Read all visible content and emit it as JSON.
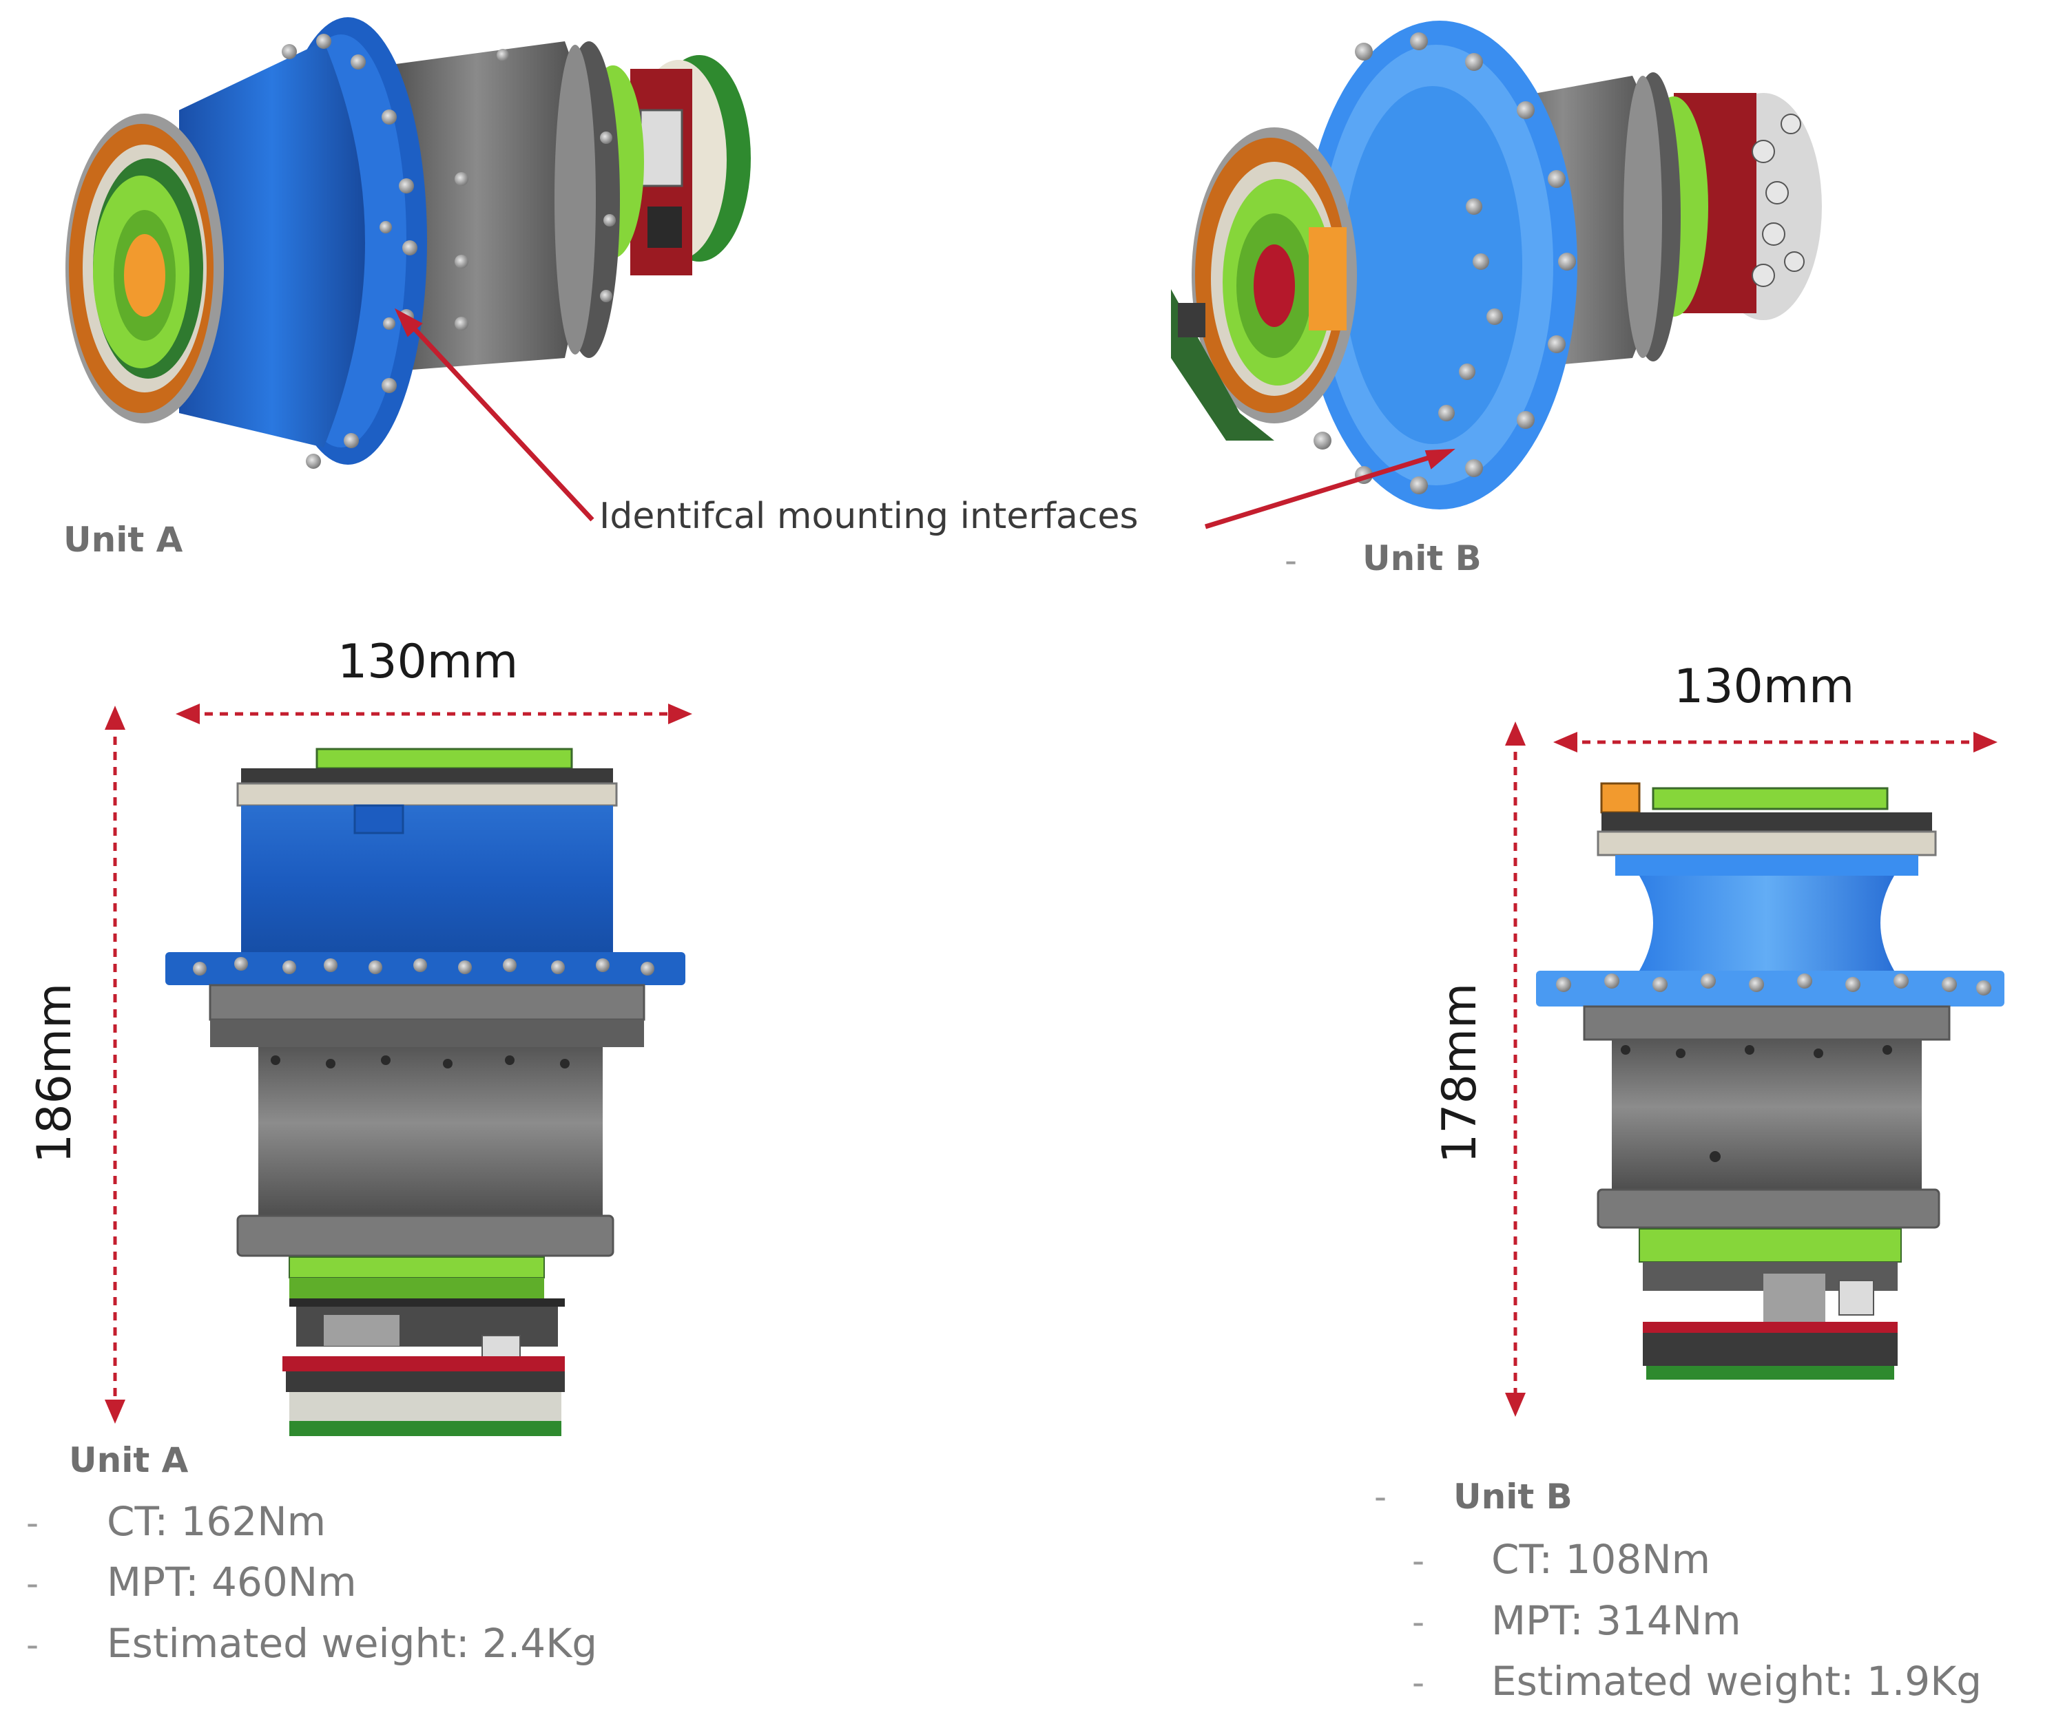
{
  "callout": {
    "text": "Identifcal mounting interfaces"
  },
  "top": {
    "unit_a_label": "Unit A",
    "unit_b_label": "Unit B",
    "unit_b_dash": "-"
  },
  "bottom": {
    "unit_a": {
      "width_dim": "130mm",
      "height_dim": "186mm",
      "title": "Unit A",
      "specs": [
        {
          "bullet": "-",
          "text": "CT: 162Nm"
        },
        {
          "bullet": "-",
          "text": "MPT: 460Nm"
        },
        {
          "bullet": "-",
          "text": "Estimated weight: 2.4Kg"
        }
      ]
    },
    "unit_b": {
      "width_dim": "130mm",
      "height_dim": "178mm",
      "title_bullet": "-",
      "title": "Unit B",
      "specs": [
        {
          "bullet": "-",
          "text": "CT: 108Nm"
        },
        {
          "bullet": "-",
          "text": "MPT: 314Nm"
        },
        {
          "bullet": "-",
          "text": "Estimated weight: 1.9Kg"
        }
      ]
    }
  },
  "colors": {
    "blue_housing_a": "#1f63c6",
    "blue_housing_b": "#3a8ef0",
    "gray_body": "#6c6c6c",
    "green_pcb": "#7ed321",
    "red_board": "#b5182b",
    "orange_ring": "#c96a1a",
    "arrow_red": "#c41e2e",
    "dim_red": "#c41e2e"
  }
}
